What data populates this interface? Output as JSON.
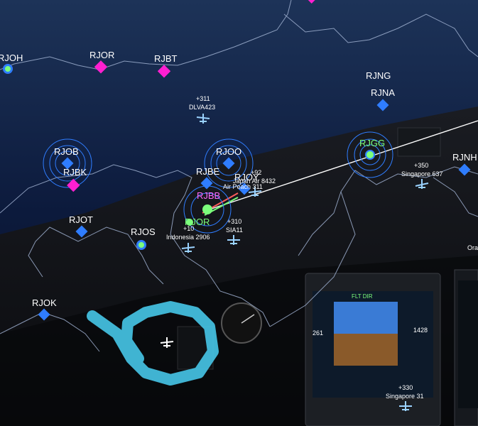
{
  "colors": {
    "sky_top": "#1d3358",
    "sky_bottom": "#0a1534",
    "airport_blue": "#2f7dff",
    "airport_magenta": "#ff1fd0",
    "airport_green": "#7CFF7C",
    "coast": "#9fb0d0",
    "route": "#ffffff",
    "annotation": "#47c6e8",
    "traffic": "#9ad2ff"
  },
  "airports": [
    {
      "id": "RJOH",
      "label": "RJOH",
      "type": "green-dot"
    },
    {
      "id": "RJOR",
      "label": "RJOR",
      "type": "magenta-diamond"
    },
    {
      "id": "RJBT",
      "label": "RJBT",
      "type": "magenta-diamond"
    },
    {
      "id": "RJNG",
      "label": "RJNG",
      "type": "blue-diamond"
    },
    {
      "id": "RJNA",
      "label": "RJNA",
      "type": "blue-diamond"
    },
    {
      "id": "RJOB",
      "label": "RJOB",
      "type": "blue-diamond-rings"
    },
    {
      "id": "RJBK",
      "label": "RJBK",
      "type": "magenta-diamond"
    },
    {
      "id": "RJOO",
      "label": "RJOO",
      "type": "blue-diamond-rings"
    },
    {
      "id": "RJBE",
      "label": "RJBE",
      "type": "blue-diamond"
    },
    {
      "id": "RJOY",
      "label": "RJOY",
      "type": "blue-diamond"
    },
    {
      "id": "RJBB",
      "label": "RJBB",
      "type": "pink-label"
    },
    {
      "id": "RJGG",
      "label": "RJGG",
      "type": "green-target"
    },
    {
      "id": "RJNH",
      "label": "RJNH",
      "type": "blue-diamond"
    },
    {
      "id": "RJOT",
      "label": "RJOT",
      "type": "blue-diamond"
    },
    {
      "id": "RJOS",
      "label": "RJOS",
      "type": "green-dot"
    },
    {
      "id": "RJOR2",
      "label": "RJOR",
      "type": "green-dot"
    },
    {
      "id": "RJOK",
      "label": "RJOK",
      "type": "blue-diamond"
    }
  ],
  "traffic": [
    {
      "alt": "+311",
      "callsign": "DLVA423"
    },
    {
      "alt": "+350",
      "callsign": "Singapore 637"
    },
    {
      "alt": "+10",
      "callsign": "Indonesia 2906"
    },
    {
      "alt": "+310",
      "callsign": "SIA11"
    },
    {
      "alt": "+330",
      "callsign": "Singapore 31"
    },
    {
      "alt": "+92",
      "callsign": "Japan Air 8432"
    },
    {
      "alt": "",
      "callsign": "Air Peach 311"
    }
  ],
  "clipped_label": "Ora",
  "cockpit": {
    "fly_dir": "FLT DIR",
    "spd": "261",
    "val": "1428"
  }
}
